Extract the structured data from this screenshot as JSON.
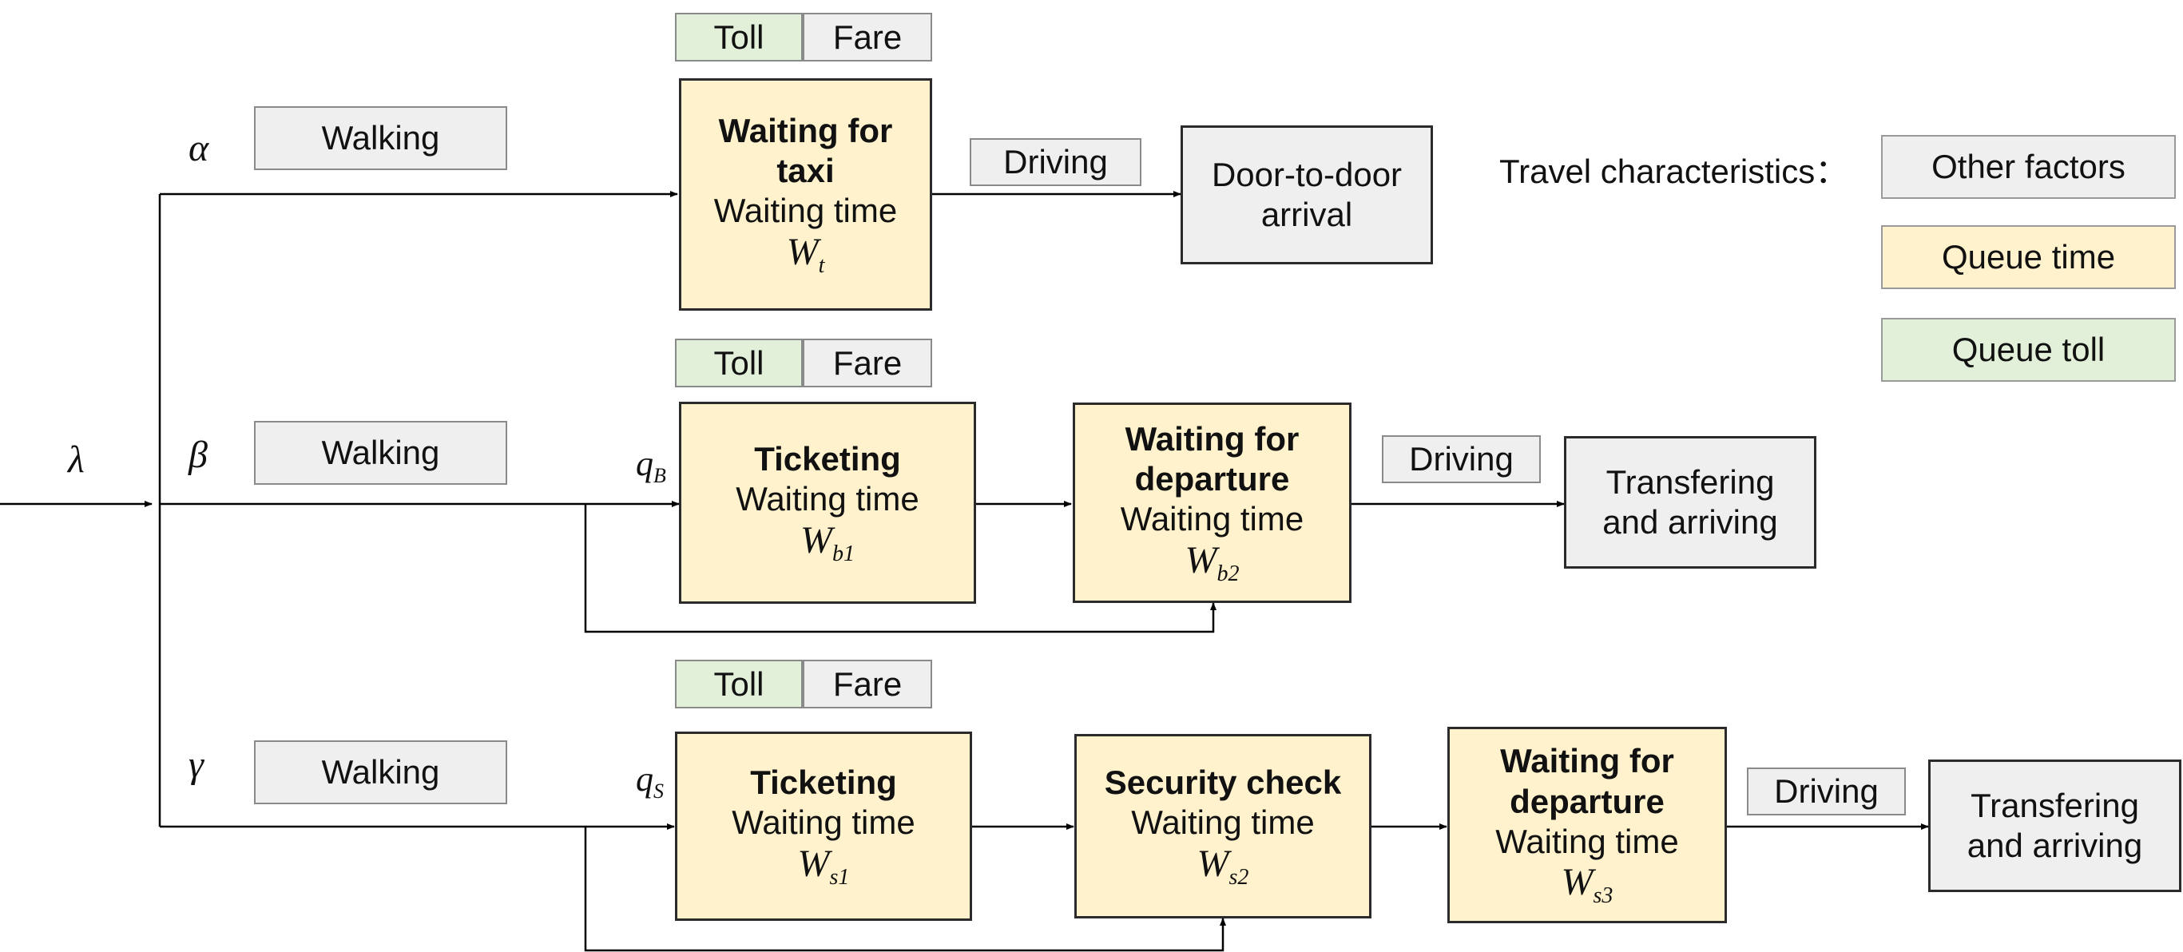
{
  "symbols": {
    "lambda": "λ",
    "alpha": "α",
    "beta": "β",
    "gamma": "γ",
    "q_b_main": "q",
    "q_b_sub": "B",
    "q_s_main": "q",
    "q_s_sub": "S"
  },
  "labels": {
    "walking": "Walking",
    "driving": "Driving",
    "toll": "Toll",
    "fare": "Fare",
    "waiting_time": "Waiting time"
  },
  "taxi": {
    "title": "Waiting for taxi",
    "var": "W",
    "var_sub": "t",
    "arrival": "Door-to-door arrival"
  },
  "bus": {
    "ticketing_title": "Ticketing",
    "ticketing_var": "W",
    "ticketing_sub": "b1",
    "departure_title": "Waiting for departure",
    "departure_var": "W",
    "departure_sub": "b2",
    "arrival": "Transfering and arriving"
  },
  "subway": {
    "ticketing_title": "Ticketing",
    "ticketing_var": "W",
    "ticketing_sub": "s1",
    "security_title": "Security check",
    "security_var": "W",
    "security_sub": "s2",
    "departure_title": "Waiting for departure",
    "departure_var": "W",
    "departure_sub": "s3",
    "arrival": "Transfering and arriving"
  },
  "legend": {
    "heading": "Travel characteristics：",
    "other": "Other factors",
    "queue_time": "Queue time",
    "queue_toll": "Queue toll"
  },
  "colors": {
    "queue_fill": "#fff2cc",
    "other_fill": "#efefef",
    "toll_fill": "#e2f0d9",
    "line": "#000000"
  }
}
